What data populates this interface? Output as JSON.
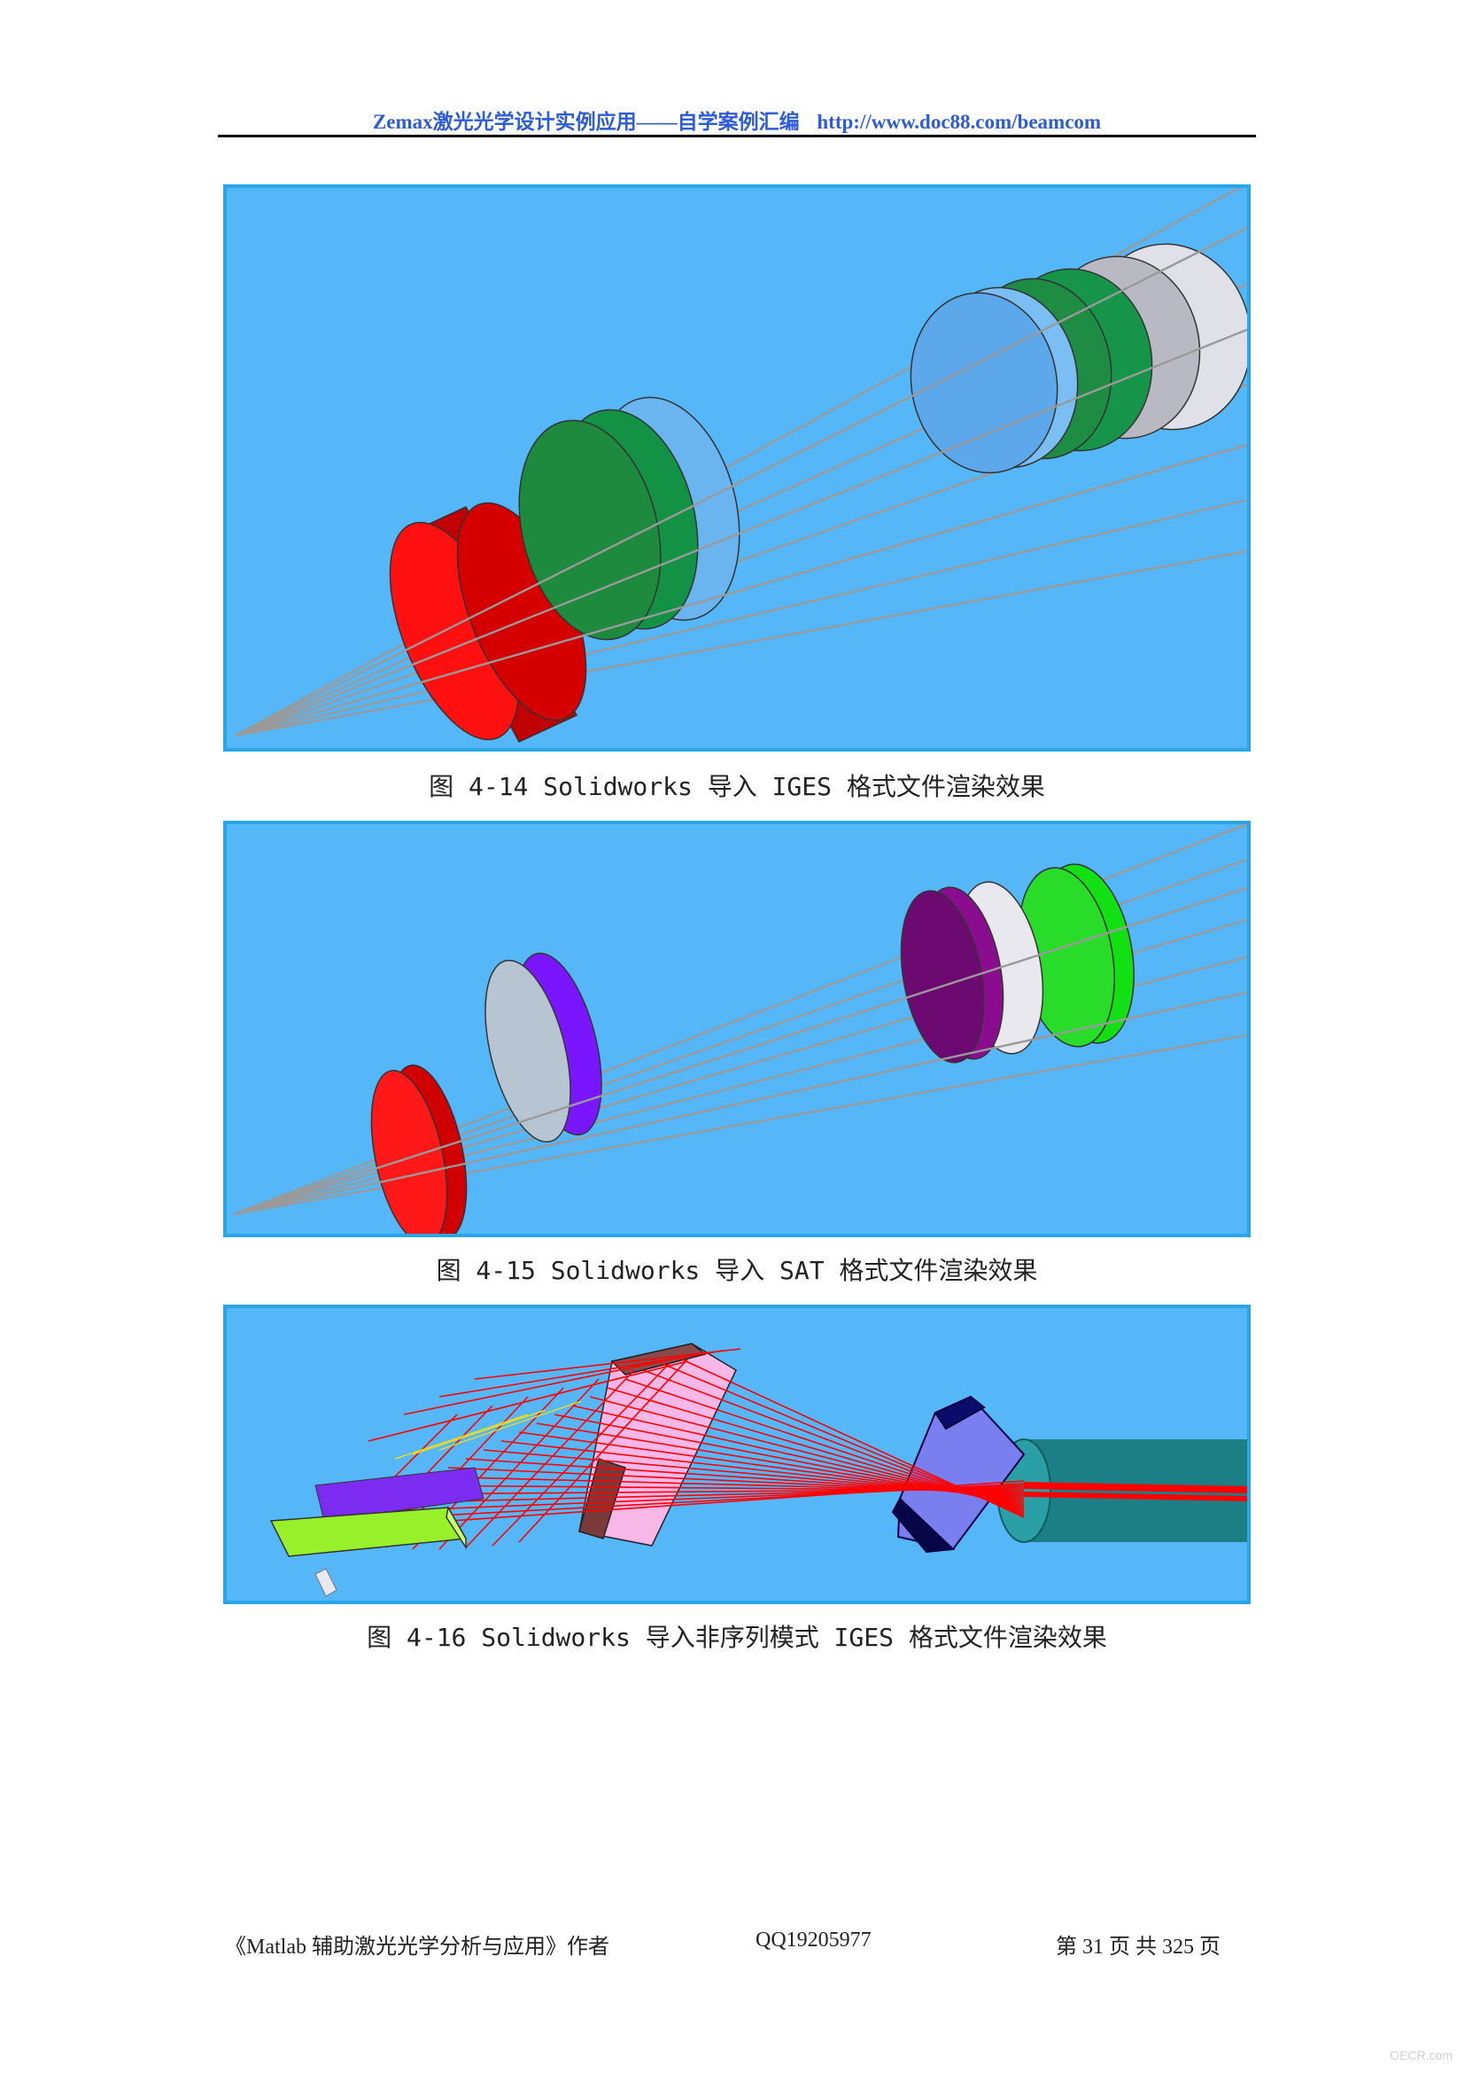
{
  "header": {
    "title": "Zemax激光光学设计实例应用——自学案例汇编",
    "url": "http://www.doc88.com/beamcom"
  },
  "figures": [
    {
      "caption": "图 4-14 Solidworks 导入 IGES 格式文件渲染效果"
    },
    {
      "caption": "图 4-15 Solidworks 导入 SAT 格式文件渲染效果"
    },
    {
      "caption": "图 4-16 Solidworks 导入非序列模式 IGES 格式文件渲染效果"
    }
  ],
  "footer": {
    "book": "《Matlab 辅助激光光学分析与应用》作者",
    "qq": "QQ19205977",
    "page": "第 31 页 共 325 页"
  },
  "watermark": "OECR.com",
  "colors": {
    "background": "#55b7f7",
    "frame": "#29a6e8",
    "header_text": "#2e5bd8",
    "ray": "#9a9a9a",
    "laser": "#ff0000"
  }
}
